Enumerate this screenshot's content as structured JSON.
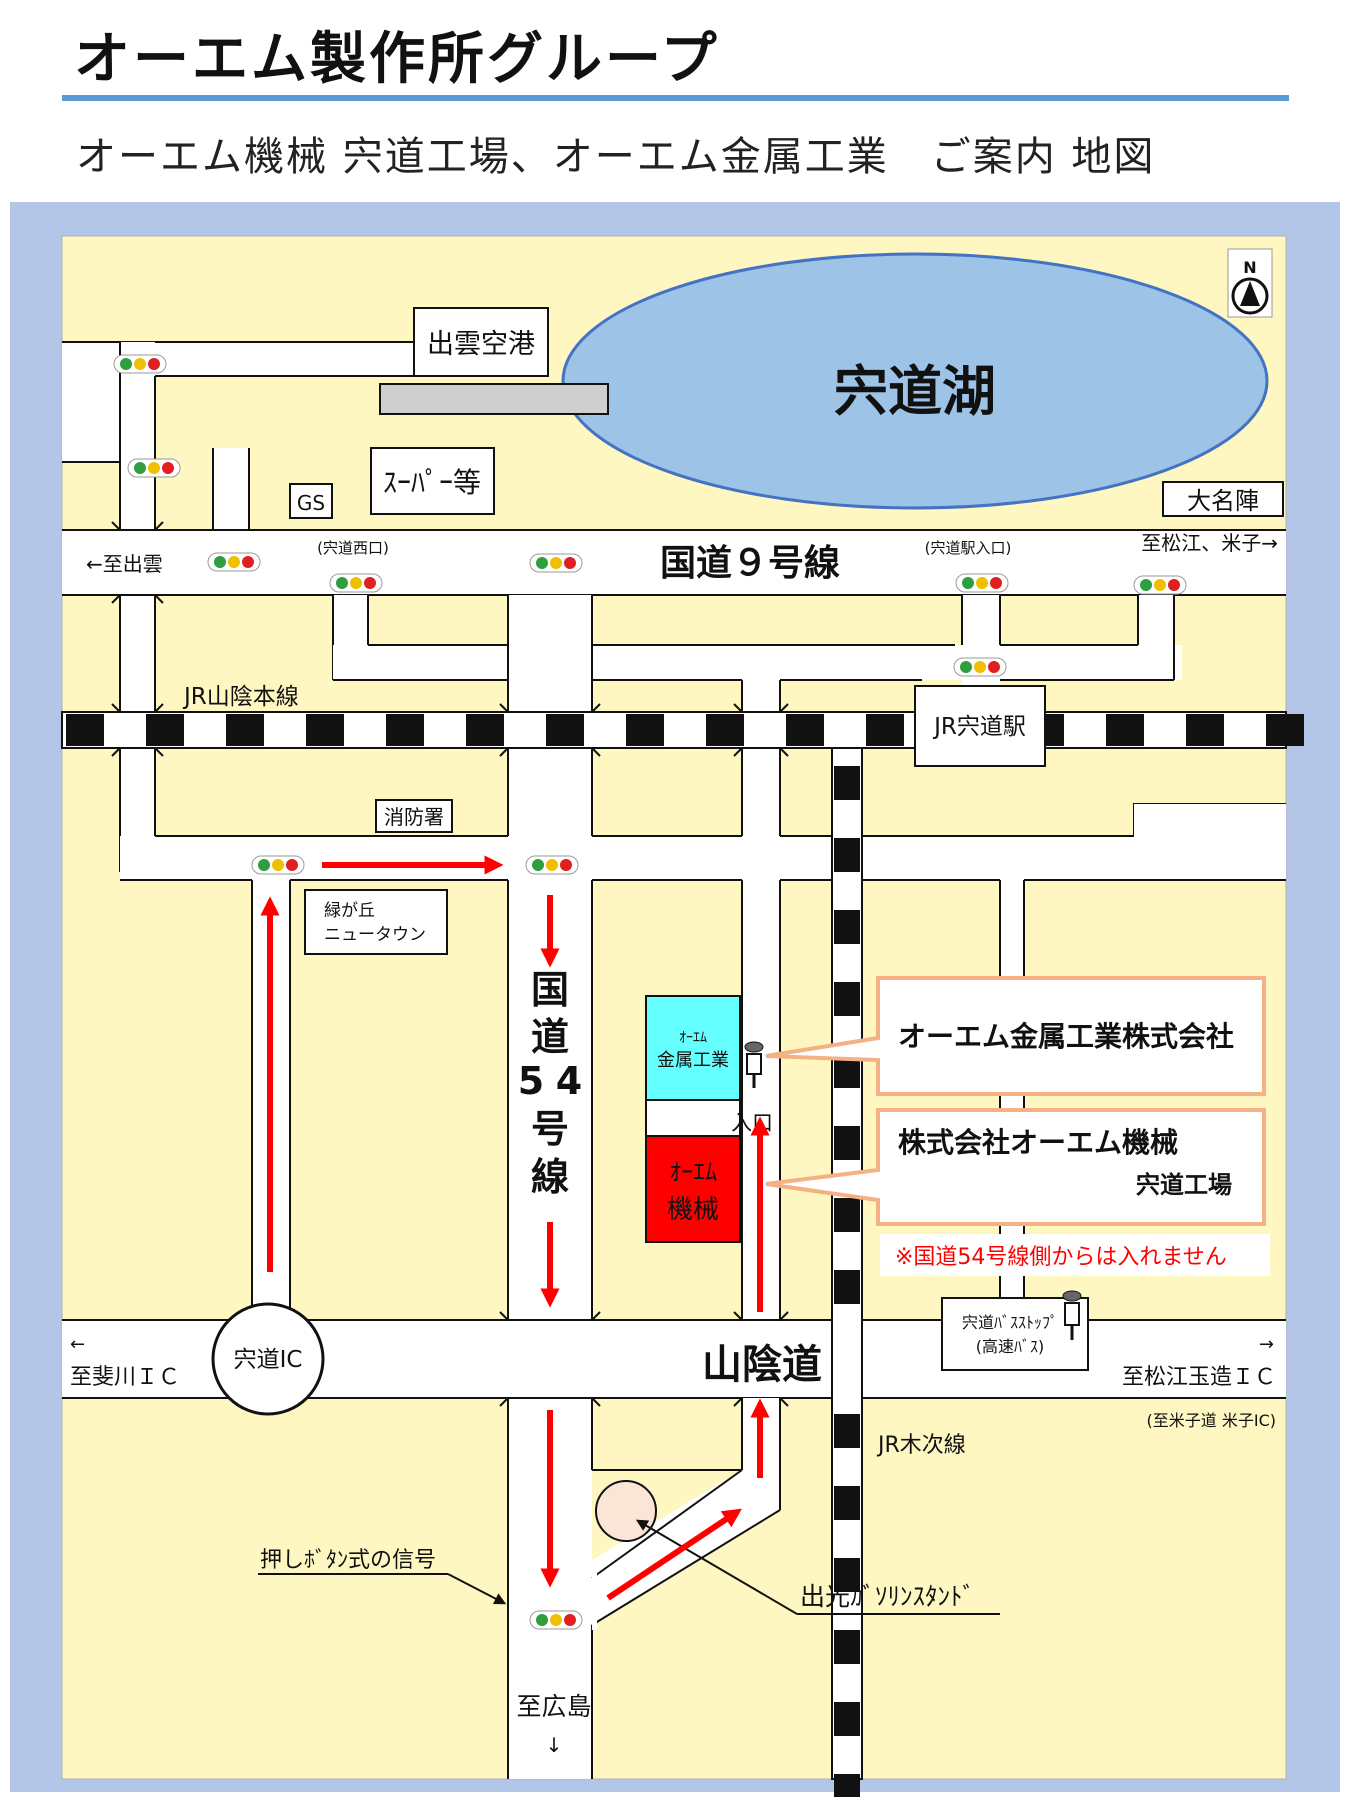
{
  "header": {
    "title": "オーエム製作所グループ",
    "subtitle": "オーエム機械 宍道工場、オーエム金属工業　ご案内 地図"
  },
  "map": {
    "compass": "N",
    "lake": "宍道湖",
    "airport": "出雲空港",
    "supermarket": "ｽｰﾊﾟｰ等",
    "gas_station": "GS",
    "daimyojin": "大名陣",
    "route9": "国道９号線",
    "route54": [
      "国",
      "道",
      "5",
      "4",
      "号",
      "線"
    ],
    "to_izumo": "←至出雲",
    "to_matsue_yonago": "至松江、米子→",
    "shinji_nishiguchi": "(宍道西口)",
    "shinji_eki_iriguchi": "(宍道駅入口)",
    "jr_sanin": "JR山陰本線",
    "jr_shinji_station": "JR宍道駅",
    "fire_station": "消防署",
    "midorigaoka": [
      "緑が丘",
      "ニュータウン"
    ],
    "om_kinzoku_box": [
      "ｵｰｴﾑ",
      "金属工業"
    ],
    "om_kikai_box": [
      "ｵｰｴﾑ",
      "機械"
    ],
    "entrance": "入口",
    "callout_kinzoku": "オーエム金属工業株式会社",
    "callout_kikai_line1": "株式会社オーエム機械",
    "callout_kikai_line2": "宍道工場",
    "note": "※国道54号線側からは入れません",
    "bus_stop": [
      "宍道ﾊﾞｽｽﾄｯﾌﾟ",
      "(高速ﾊﾞｽ)"
    ],
    "shinji_ic": "宍道IC",
    "sanindo": "山陰道",
    "arrow_left": "←",
    "arrow_right": "→",
    "arrow_down": "↓",
    "to_hikawa_ic": "至斐川ＩＣ",
    "to_matsue_tamatsukuri_ic": "至松江玉造ＩＣ",
    "to_yonago_ic": "(至米子道 米子IC)",
    "jr_kisuki": "JR木次線",
    "push_button_signal": "押しﾎﾞﾀﾝ式の信号",
    "idemitsu": "出光ｶﾞｿﾘﾝｽﾀﾝﾄﾞ",
    "to_hiroshima": "至広島"
  },
  "colors": {
    "map_bg": "#fef7c2",
    "road": "#ffffff",
    "lake": "#9dc3e6",
    "lake_stroke": "#4472c4",
    "accent_rule": "#5b9bd5",
    "frame": "#b4c6e7",
    "route_arrow": "#ff0000",
    "kinzoku_box": "#66ffff",
    "kikai_box": "#ff0000",
    "callout_border": "#f4b183",
    "gas_circle": "#fbe5d6"
  }
}
